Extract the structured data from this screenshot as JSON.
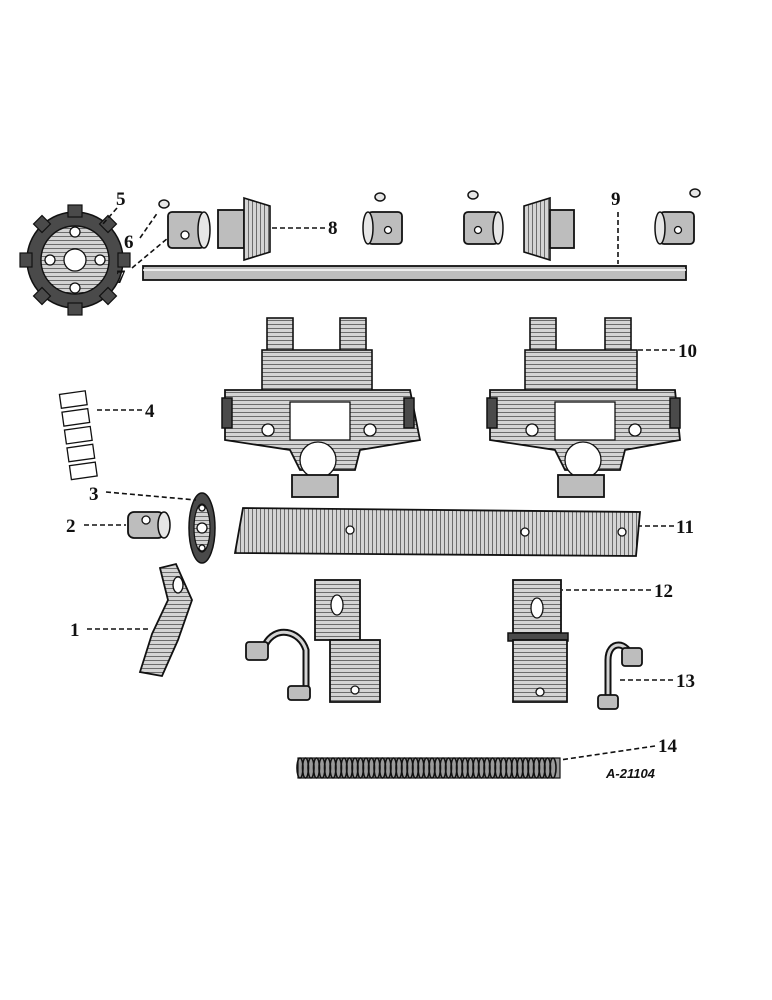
{
  "figure_code": "A-21104",
  "callouts": [
    {
      "id": "1",
      "label": "1"
    },
    {
      "id": "2",
      "label": "2"
    },
    {
      "id": "3",
      "label": "3"
    },
    {
      "id": "4",
      "label": "4"
    },
    {
      "id": "5",
      "label": "5"
    },
    {
      "id": "6",
      "label": "6"
    },
    {
      "id": "7",
      "label": "7"
    },
    {
      "id": "8",
      "label": "8"
    },
    {
      "id": "9",
      "label": "9"
    },
    {
      "id": "10",
      "label": "10"
    },
    {
      "id": "11",
      "label": "11"
    },
    {
      "id": "12",
      "label": "12"
    },
    {
      "id": "13",
      "label": "13"
    },
    {
      "id": "14",
      "label": "14"
    }
  ]
}
